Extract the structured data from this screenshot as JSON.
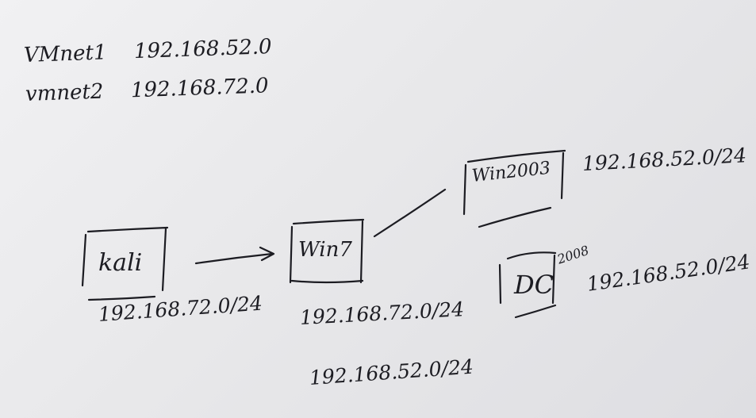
{
  "legend": {
    "vmnet1": {
      "name": "VMnet1",
      "subnet": "192.168.52.0"
    },
    "vmnet2": {
      "name": "vmnet2",
      "subnet": "192.168.72.0"
    }
  },
  "nodes": {
    "kali": {
      "label": "kali",
      "ips": [
        "192.168.72.0/24"
      ]
    },
    "win7": {
      "label": "Win7",
      "ips": [
        "192.168.72.0/24",
        "192.168.52.0/24"
      ]
    },
    "win2003": {
      "label": "Win2003",
      "ips": [
        "192.168.52.0/24"
      ]
    },
    "dc": {
      "label": "DC",
      "suffix": "2008",
      "ips": [
        "192.168.52.0/24"
      ]
    }
  },
  "edges": [
    {
      "from": "kali",
      "to": "win7",
      "style": "arrow"
    },
    {
      "from": "win7",
      "to": "win2003",
      "style": "line"
    }
  ],
  "colors": {
    "ink": "#1c1c22",
    "paper": "#ececee"
  }
}
